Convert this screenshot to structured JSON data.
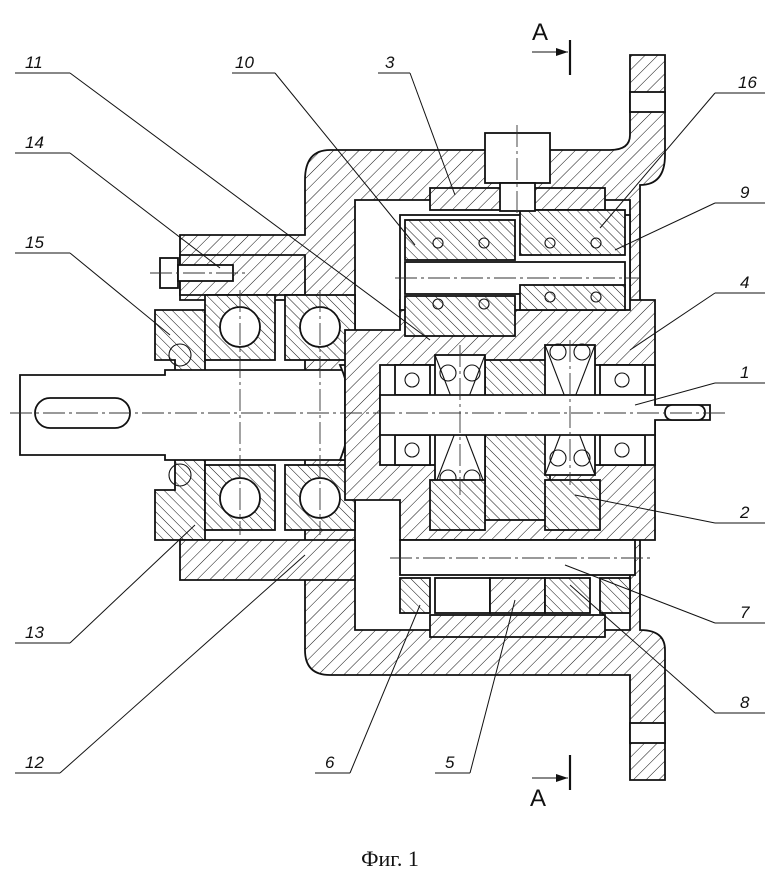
{
  "figure": {
    "caption": "Фиг. 1",
    "section_marks": {
      "top": "A",
      "bottom": "A"
    },
    "labels": [
      {
        "id": "l11",
        "text": "11"
      },
      {
        "id": "l10",
        "text": "10"
      },
      {
        "id": "l3",
        "text": "3"
      },
      {
        "id": "l16",
        "text": "16"
      },
      {
        "id": "l14",
        "text": "14"
      },
      {
        "id": "l9",
        "text": "9"
      },
      {
        "id": "l15",
        "text": "15"
      },
      {
        "id": "l4",
        "text": "4"
      },
      {
        "id": "l1",
        "text": "1"
      },
      {
        "id": "l2",
        "text": "2"
      },
      {
        "id": "l7",
        "text": "7"
      },
      {
        "id": "l13",
        "text": "13"
      },
      {
        "id": "l8",
        "text": "8"
      },
      {
        "id": "l12",
        "text": "12"
      },
      {
        "id": "l6",
        "text": "6"
      },
      {
        "id": "l5",
        "text": "5"
      }
    ]
  }
}
